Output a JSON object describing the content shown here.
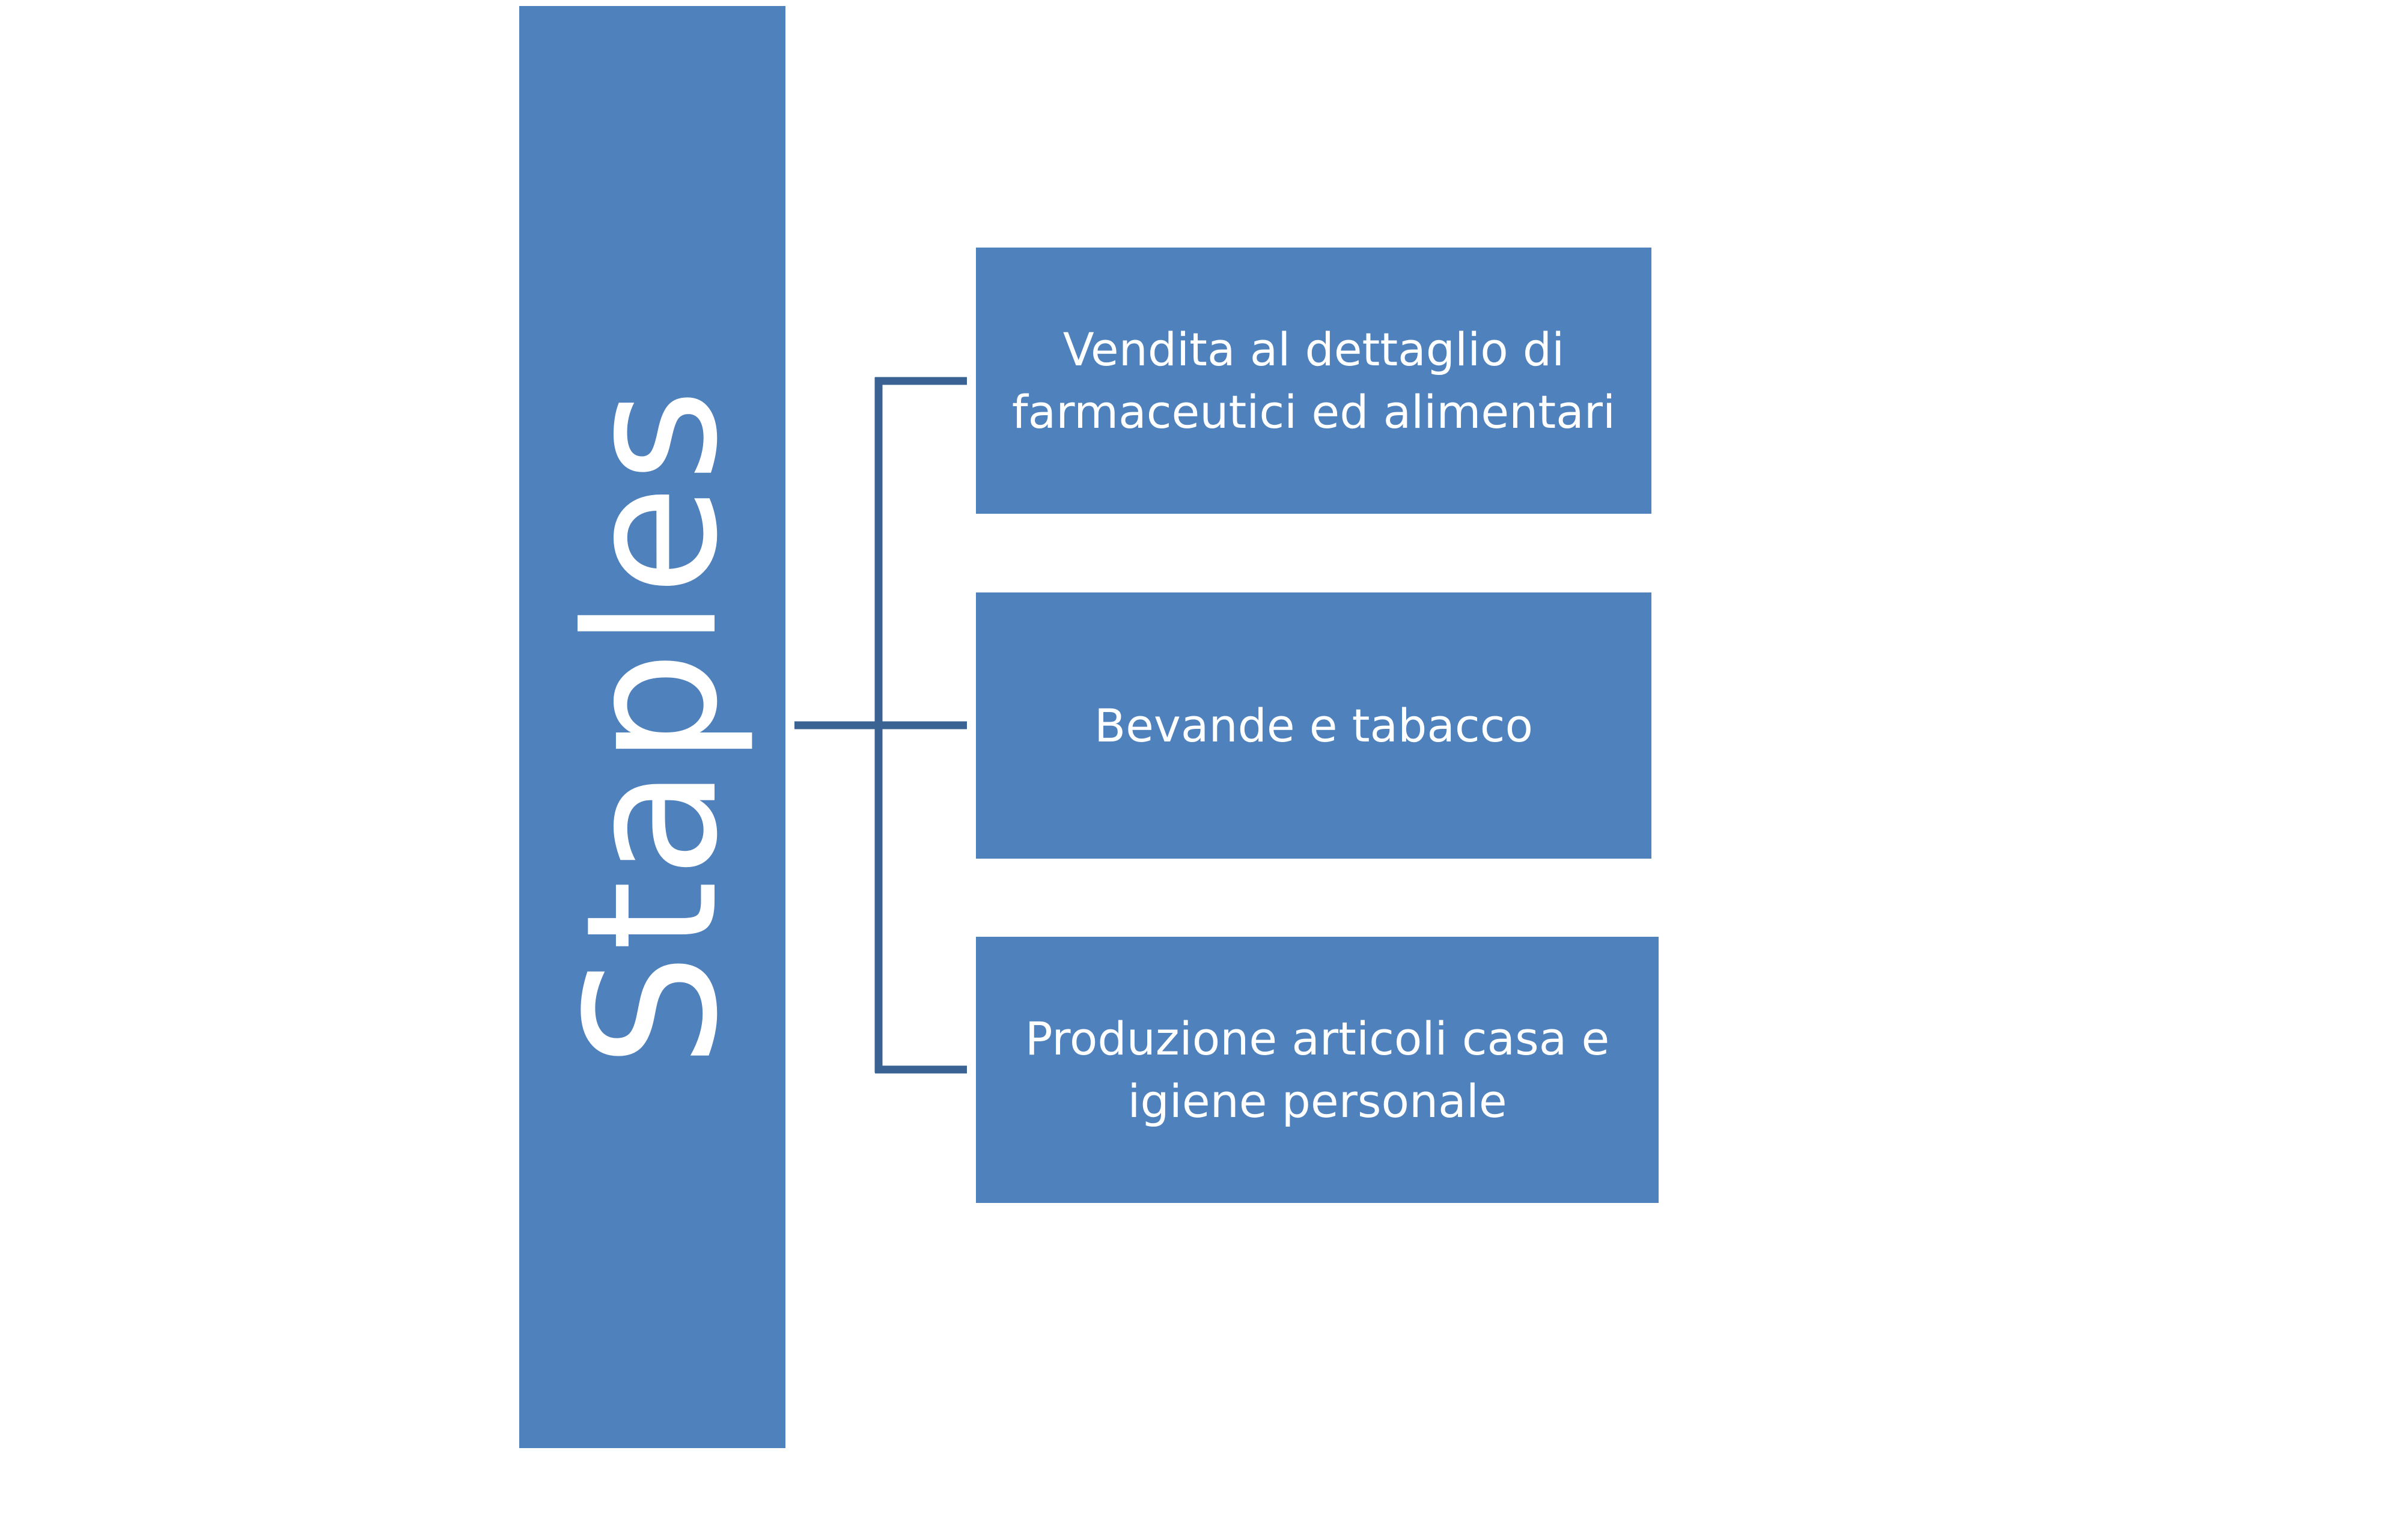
{
  "diagram": {
    "root": {
      "label": "Staples"
    },
    "children": [
      {
        "label": "Vendita al dettaglio di farmaceutici ed alimentari"
      },
      {
        "label": "Bevande e tabacco"
      },
      {
        "label": "Produzione articoli casa e igiene personale"
      }
    ],
    "colors": {
      "box_fill": "#4f81bd",
      "connector": "#3a6394",
      "text": "#ffffff"
    }
  }
}
